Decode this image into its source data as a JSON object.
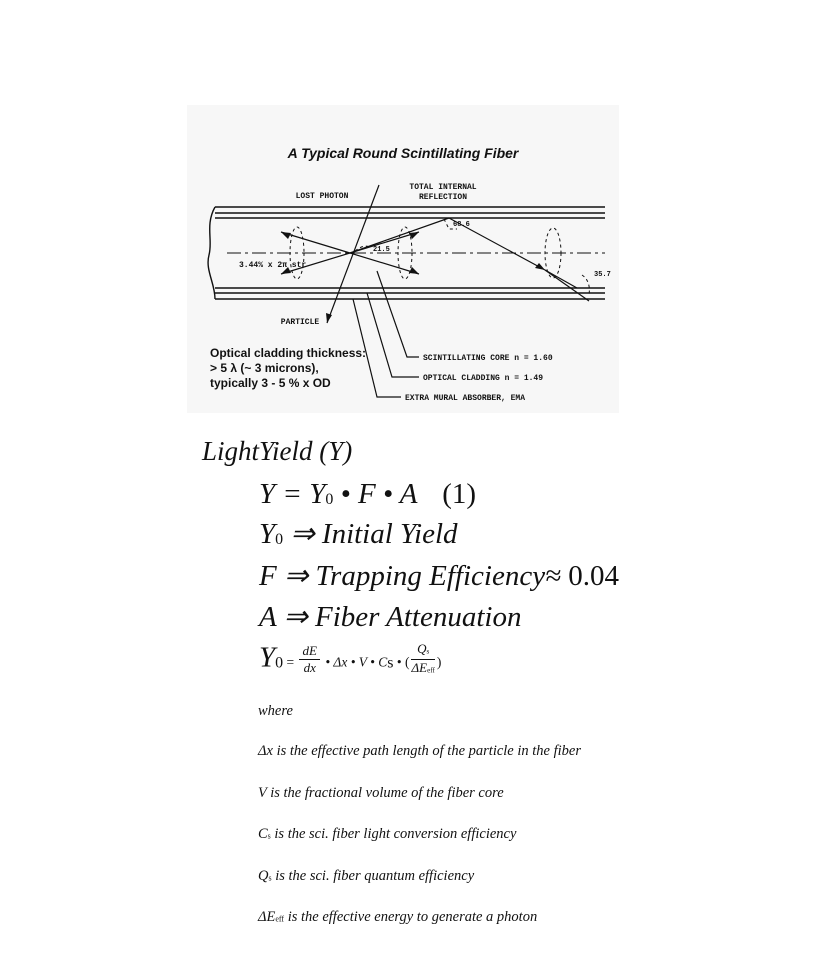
{
  "figure": {
    "title": "A Typical Round Scintillating Fiber",
    "lost_photon": "LOST PHOTON",
    "tir": [
      "TOTAL INTERNAL",
      "REFLECTION"
    ],
    "angle_21": "21.5",
    "angle_68": "68.6",
    "angle_35": "35.7",
    "solid_angle": "3.44% x 2π str",
    "particle": "PARTICLE",
    "cladding_note": [
      "Optical cladding thickness:",
      "> 5 λ (~ 3 microns),",
      "typically 3 - 5 % x OD"
    ],
    "core": "SCINTILLATING CORE  n = 1.60",
    "cladding": "OPTICAL CLADDING  n = 1.49",
    "ema": "EXTRA MURAL ABSORBER, EMA"
  },
  "equations": {
    "light_yield": "LightYield (Y)",
    "eq1_left": "Y = Y",
    "eq1_sub": "0",
    "eq1_right": " • F • A",
    "eq1_num": "(1)",
    "y0_sym": "Y",
    "y0_sub": "0",
    "y0_text": " ⇒ Initial Yield",
    "f_sym": "F",
    "f_text": " ⇒ Trapping Efficiency≈ ",
    "f_value": "0.04",
    "a_sym": "A",
    "a_text": " ⇒ Fiber Attenuation",
    "y0eq_sym": "Y",
    "y0eq_sub": "0",
    "y0eq_eq": " = ",
    "de": "dE",
    "dx": "dx",
    "mid": " • Δx • V • C",
    "cs_sub": "s",
    "mid2": " • (",
    "qs": "Q",
    "qs_sub": "s",
    "deff": "ΔE",
    "deff_sub": "eff",
    "close": ")"
  },
  "definitions": {
    "where": "where",
    "dx_sym": "Δx",
    "dx_text": " is the effective path length of the particle in the fiber",
    "v_text": "V is the fractional volume of the fiber core",
    "cs_sym": "C",
    "cs_sub": "s",
    "cs_text": " is the sci. fiber light conversion efficiency",
    "qs_sym": "Q",
    "qs_sub": "s",
    "qs_text": " is the sci. fiber quantum efficiency",
    "de_sym": "ΔE",
    "de_sub": "eff",
    "de_text": " is the effective energy to generate a photon"
  }
}
